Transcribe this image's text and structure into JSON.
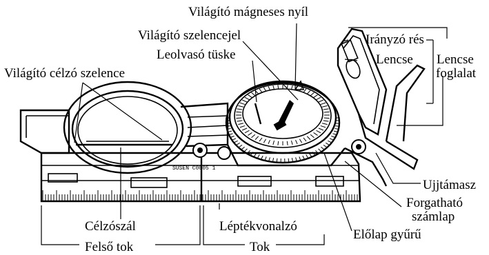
{
  "labels": {
    "luminous_magnetic_arrow": "Világító mágneses nyíl",
    "luminous_capsule_mark": "Világító szelencejel",
    "reading_pin": "Leolvasó tüske",
    "luminous_sighting_capsule": "Világító célzó szelence",
    "sighting_slot": "Irányzó rés",
    "lens": "Lencse",
    "lens_holder_line1": "Lencse",
    "lens_holder_line2": "foglalat",
    "thumb_loop": "Ujjtámasz",
    "rotating_dial_line1": "Forgatható",
    "rotating_dial_line2": "számlap",
    "bezel_ring": "Előlap gyűrű",
    "sighting_wire": "Célzószál",
    "scale_ruler": "Léptékvonalzó",
    "upper_case": "Felső tok",
    "case": "Tok"
  },
  "imprints": {
    "case_text": "SUSEN  C0005 1"
  }
}
